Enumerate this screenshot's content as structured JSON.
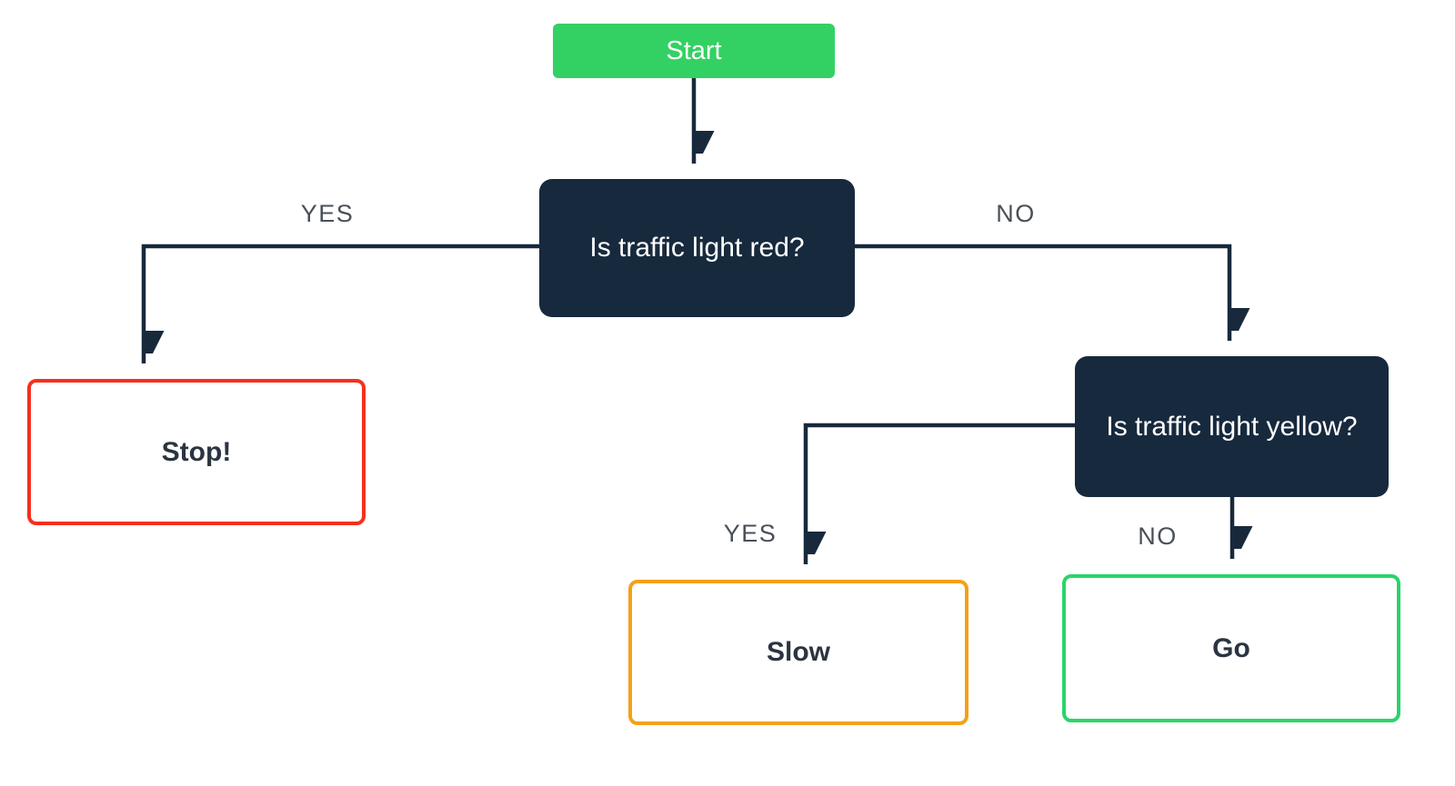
{
  "diagram": {
    "type": "flowchart",
    "nodes": {
      "start": {
        "label": "Start",
        "kind": "start",
        "fill": "#33D163",
        "text_color": "#ffffff"
      },
      "red_q": {
        "label": "Is traffic light red?",
        "kind": "decision",
        "fill": "#17293D",
        "text_color": "#ffffff"
      },
      "yellow_q": {
        "label": "Is traffic light yellow?",
        "kind": "decision",
        "fill": "#17293D",
        "text_color": "#ffffff"
      },
      "stop": {
        "label": "Stop!",
        "kind": "outcome",
        "border_color": "#F5301E"
      },
      "slow": {
        "label": "Slow",
        "kind": "outcome",
        "border_color": "#F4A118"
      },
      "go": {
        "label": "Go",
        "kind": "outcome",
        "border_color": "#2BD46B"
      }
    },
    "edges": {
      "start_to_red": {
        "from": "start",
        "to": "red_q",
        "label": ""
      },
      "red_yes": {
        "from": "red_q",
        "to": "stop",
        "label": "YES"
      },
      "red_no": {
        "from": "red_q",
        "to": "yellow_q",
        "label": "NO"
      },
      "yellow_yes": {
        "from": "yellow_q",
        "to": "slow",
        "label": "YES"
      },
      "yellow_no": {
        "from": "yellow_q",
        "to": "go",
        "label": "NO"
      }
    },
    "colors": {
      "connector": "#18293C",
      "edge_label": "#4A5059",
      "background": "#ffffff"
    }
  }
}
